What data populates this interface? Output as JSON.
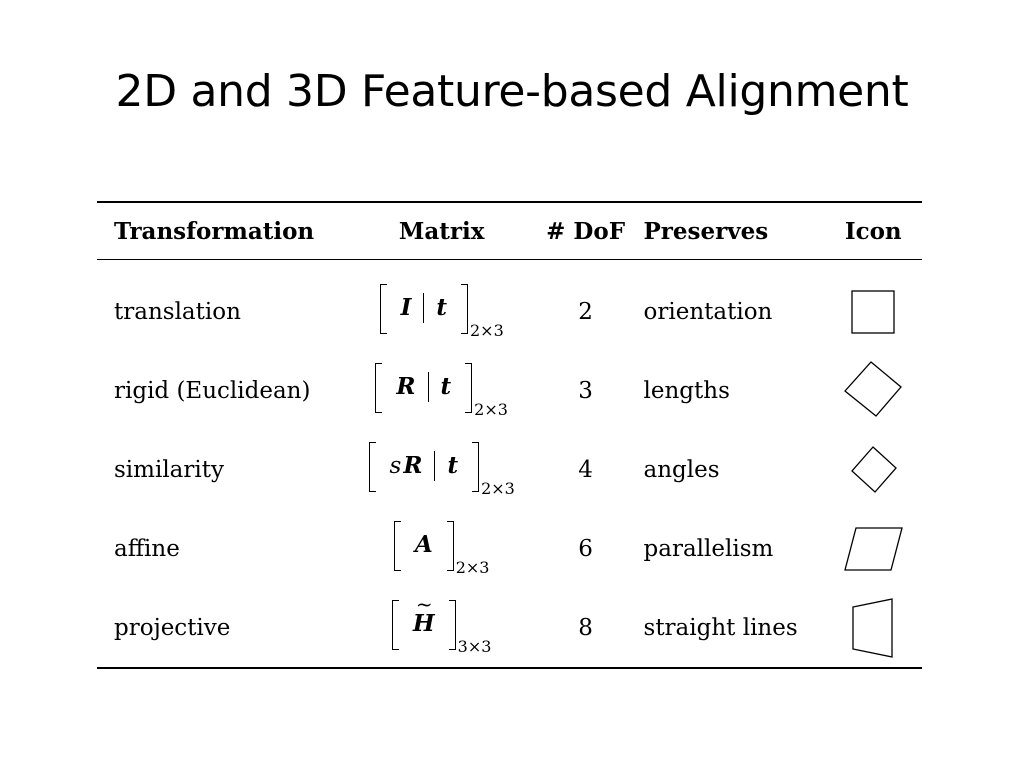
{
  "title": "2D and 3D Feature-based Alignment",
  "table": {
    "headers": {
      "transformation": "Transformation",
      "matrix": "Matrix",
      "dof": "# DoF",
      "preserves": "Preserves",
      "icon": "Icon"
    },
    "rows": [
      {
        "transformation": "translation",
        "matrix": {
          "scalar": "",
          "main": "I",
          "t": "t",
          "size": "2×3"
        },
        "dof": "2",
        "preserves": "orientation",
        "icon": "square-icon"
      },
      {
        "transformation": "rigid (Euclidean)",
        "matrix": {
          "scalar": "",
          "main": "R",
          "t": "t",
          "size": "2×3"
        },
        "dof": "3",
        "preserves": "lengths",
        "icon": "rotated-square-icon"
      },
      {
        "transformation": "similarity",
        "matrix": {
          "scalar": "s",
          "main": "R",
          "t": "t",
          "size": "2×3"
        },
        "dof": "4",
        "preserves": "angles",
        "icon": "small-rotated-square-icon"
      },
      {
        "transformation": "affine",
        "matrix": {
          "scalar": "",
          "main": "A",
          "t": "",
          "size": "2×3"
        },
        "dof": "6",
        "preserves": "parallelism",
        "icon": "parallelogram-icon"
      },
      {
        "transformation": "projective",
        "matrix": {
          "scalar": "",
          "main": "H",
          "t": "",
          "size": "3×3"
        },
        "dof": "8",
        "preserves": "straight lines",
        "icon": "trapezoid-icon"
      }
    ]
  }
}
